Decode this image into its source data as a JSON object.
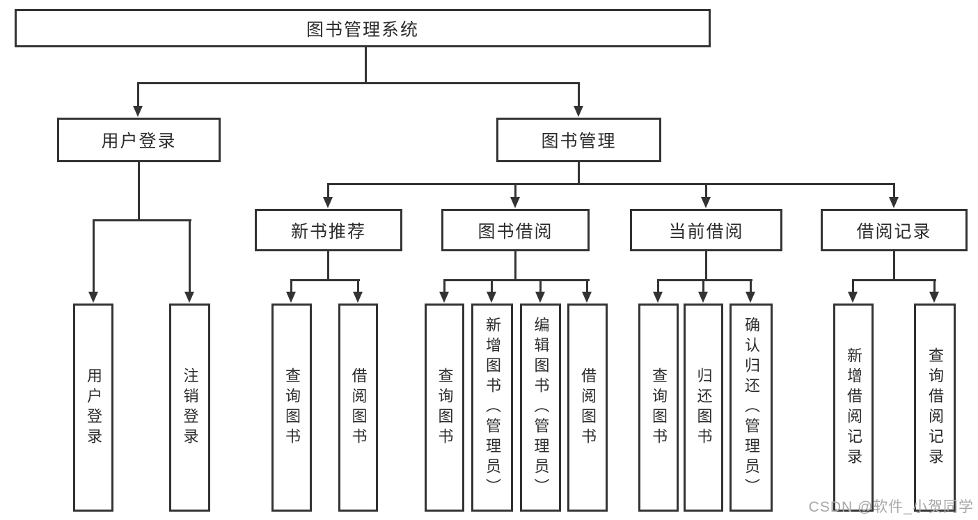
{
  "diagram": {
    "root": {
      "label": "图书管理系统"
    },
    "level2": [
      {
        "label": "用户登录"
      },
      {
        "label": "图书管理"
      }
    ],
    "level3": [
      {
        "label": "新书推荐"
      },
      {
        "label": "图书借阅"
      },
      {
        "label": "当前借阅"
      },
      {
        "label": "借阅记录"
      }
    ],
    "leaves": {
      "user_login": [
        {
          "label": "用户登录"
        },
        {
          "label": "注销登录"
        }
      ],
      "new_book": [
        {
          "label": "查询图书"
        },
        {
          "label": "借阅图书"
        }
      ],
      "book_borrow": [
        {
          "label": "查询图书"
        },
        {
          "label": "新增图书（管理员）"
        },
        {
          "label": "编辑图书（管理员）"
        },
        {
          "label": "借阅图书"
        }
      ],
      "current_borrow": [
        {
          "label": "查询图书"
        },
        {
          "label": "归还图书"
        },
        {
          "label": "确认归还（管理员）"
        }
      ],
      "borrow_record": [
        {
          "label": "新增借阅记录"
        },
        {
          "label": "查询借阅记录"
        }
      ]
    }
  },
  "watermark": {
    "text": "CSDN @软件_小贺同学"
  },
  "colors": {
    "line": "#333333",
    "text": "#2b2b2b",
    "watermark": "#a8a8a8",
    "background": "#ffffff"
  }
}
